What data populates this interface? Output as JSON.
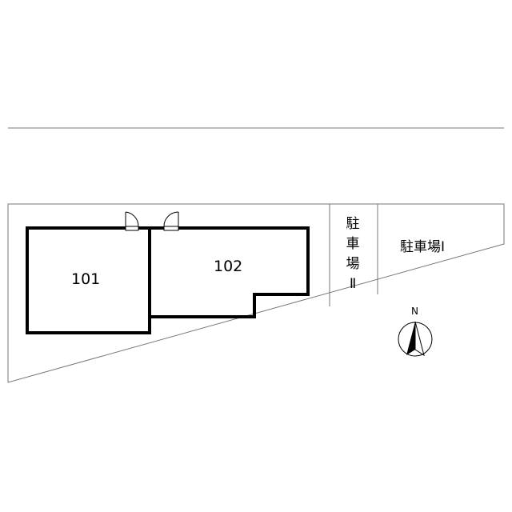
{
  "units": [
    {
      "label": "101"
    },
    {
      "label": "102"
    }
  ],
  "parking": [
    {
      "label": "駐車場Ⅰ"
    },
    {
      "label_chars": [
        "駐",
        "車",
        "場",
        "Ⅱ"
      ]
    }
  ],
  "compass": {
    "letter": "N"
  },
  "colors": {
    "line": "#000000",
    "thin_line": "#777777",
    "background": "#ffffff"
  }
}
